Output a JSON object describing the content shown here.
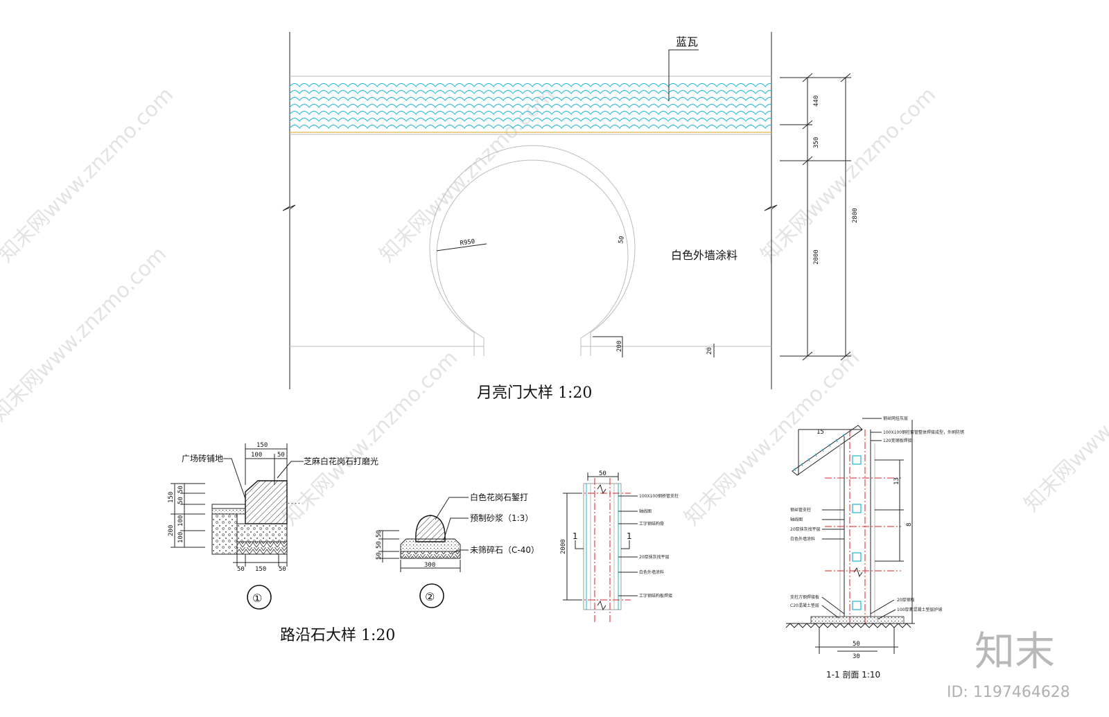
{
  "moon_gate": {
    "title": "月亮门大样  1:20",
    "tile_label": "蓝瓦",
    "wall_label": "白色外墙涂料",
    "radius_label": "R950",
    "ring_label": "50",
    "dims": [
      "440",
      "350",
      "2000",
      "2800",
      "200",
      "20"
    ]
  },
  "curb": {
    "title": "路沿石大样  1:20",
    "detail1": {
      "marker": "①",
      "label_paving": "广场砖铺地",
      "label_stone": "芝麻白花岗石打磨光",
      "dims_top": [
        "150",
        "100",
        "50"
      ],
      "dims_bottom": [
        "50",
        "150",
        "50"
      ],
      "dims_left": [
        "150",
        "50",
        "50",
        "200",
        "100",
        "100"
      ]
    },
    "detail2": {
      "marker": "②",
      "label_granite": "白色花岗石錾打",
      "label_mortar": "预制砂浆（1:3）",
      "label_gravel": "未筛碎石（C-40）",
      "dim_bottom": "300",
      "dims_left": [
        "50",
        "50",
        "50"
      ]
    }
  },
  "elevation_detail": {
    "top_dim": "50",
    "left_dim": "2000",
    "cut_markers": [
      "1",
      "1"
    ],
    "callouts": [
      "100X100钢桥管支柱",
      "轴线图",
      "工字钢结构骨",
      "20厚抹灰找平层",
      "白色外墙涂料",
      "工字钢结构板焊接"
    ]
  },
  "section": {
    "title": "1-1  剖面    1:10",
    "callouts_right": [
      "钢丝网挂灰层",
      "100X100钢柱套管整体焊接成型，外刷防锈",
      "120宽钢板焊接"
    ],
    "callouts_left": [
      "钢丝管支柱",
      "轴线图",
      "20厚抹灰找平层",
      "白色外墙涂料"
    ],
    "callouts_bottom_left": [
      "支柱方钢焊接板",
      "C20混凝土垫层"
    ],
    "callouts_bottom_right": [
      "20厚钢板",
      "100厚素混凝土垫层护坡"
    ],
    "dims": [
      "15",
      "13",
      "8",
      "50",
      "30"
    ]
  },
  "watermark": {
    "text": "知末网www.znzmo.com",
    "brand": "知末",
    "id": "ID: 1197464628"
  },
  "colors": {
    "tile": "#19b6d8",
    "axis": "#d22222",
    "line": "#222222",
    "watermark": "#c9c9c9"
  }
}
